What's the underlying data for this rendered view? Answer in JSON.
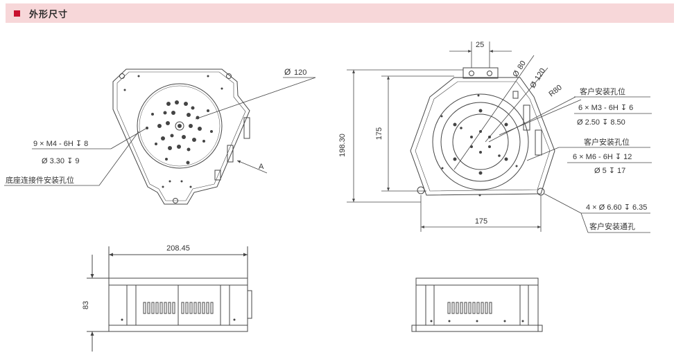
{
  "header": {
    "title": "外形尺寸",
    "accent_color": "#c8102e",
    "band_color": "#f7d7d9"
  },
  "bottom_view": {
    "dia_label": "120",
    "thread_spec": "9 × M4 - 6H ↧ 8",
    "hole_spec": "Ø 3.30 ↧ 9",
    "mount_label": "底座连接件安装孔位",
    "view_arrow": "A"
  },
  "top_view": {
    "pitch": "25",
    "dia_outer": "80",
    "dia_inner": "120",
    "radius": "R80",
    "height_total": "198.30",
    "height_inner": "175",
    "width": "175",
    "cust1_label": "客户安装孔位",
    "cust1_thread": "6 × M3 - 6H ↧ 6",
    "cust1_hole": "Ø 2.50  ↧ 8.50",
    "cust2_label": "客户安装孔位",
    "cust2_thread": "6 × M6 - 6H ↧ 12",
    "cust2_hole": "Ø 5  ↧ 17",
    "through_spec": "4 × Ø 6.60 ↧ 6.35",
    "through_label": "客户安装通孔"
  },
  "side_view": {
    "width": "208.45",
    "height": "83"
  }
}
